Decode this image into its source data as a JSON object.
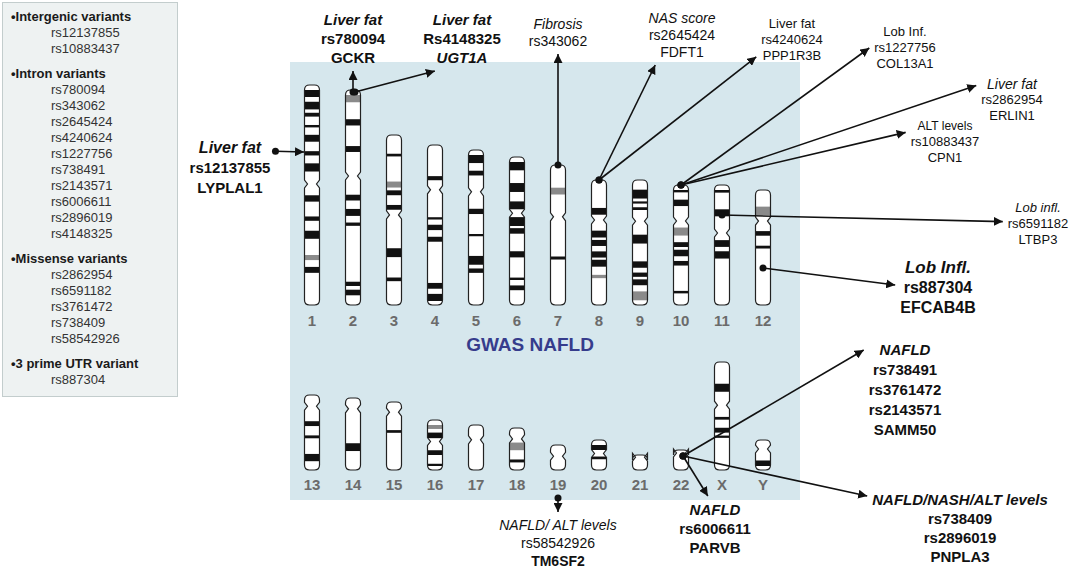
{
  "diagram": {
    "nodes": [
      {
        "text": [
          "•Intergenic variants",
          "rs12137855",
          "rs10883437",
          "•Intron variants",
          "rs780094",
          "rs343062",
          "rs2645424",
          "rs4240624",
          "rs1227756",
          "rs738491",
          "rs2143571",
          "rs6006611",
          "rs2896019",
          "rs4148325",
          "•Missense variants",
          "rs2862954",
          "rs6591182",
          "rs3761472",
          "rs738409",
          "rs58542926",
          "•3 prime UTR variant",
          "rs887304"
        ]
      },
      {
        "text": [
          "GWAS NAFLD"
        ]
      }
    ],
    "labels": [
      "1",
      "2",
      "3",
      "4",
      "5",
      "6",
      "7",
      "8",
      "9",
      "10",
      "11",
      "12",
      "13",
      "14",
      "15",
      "16",
      "17",
      "18",
      "19",
      "20",
      "21",
      "22",
      "X",
      "Y",
      "Liver fat",
      "rs12137855",
      "LYPLAL1",
      "Liver fat",
      "rs780094",
      "GCKR",
      "Liver fat",
      "Rs4148325",
      "UGT1A",
      "Fibrosis",
      "rs343062",
      "NAS score",
      "rs2645424",
      "FDFT1",
      "Liver fat",
      "rs4240624",
      "PPP1R3B",
      "Lob Inf.",
      "rs1227756",
      "COL13A1",
      "Liver fat",
      "rs2862954",
      "ERLIN1",
      "ALT levels",
      "rs10883437",
      "CPN1",
      "Lob infl.",
      "rs6591182",
      "LTBP3",
      "Lob Infl.",
      "rs887304",
      "EFCAB4B",
      "NAFLD",
      "rs738491",
      "rs3761472",
      "rs2143571",
      "SAMM50",
      "NAFLD/NASH/ALT levels",
      "rs738409",
      "rs2896019",
      "PNPLA3",
      "NAFLD",
      "rs6006611",
      "PARVB",
      "NAFLD/ ALT levels",
      "rs58542926",
      "TM6SF2"
    ]
  }
}
